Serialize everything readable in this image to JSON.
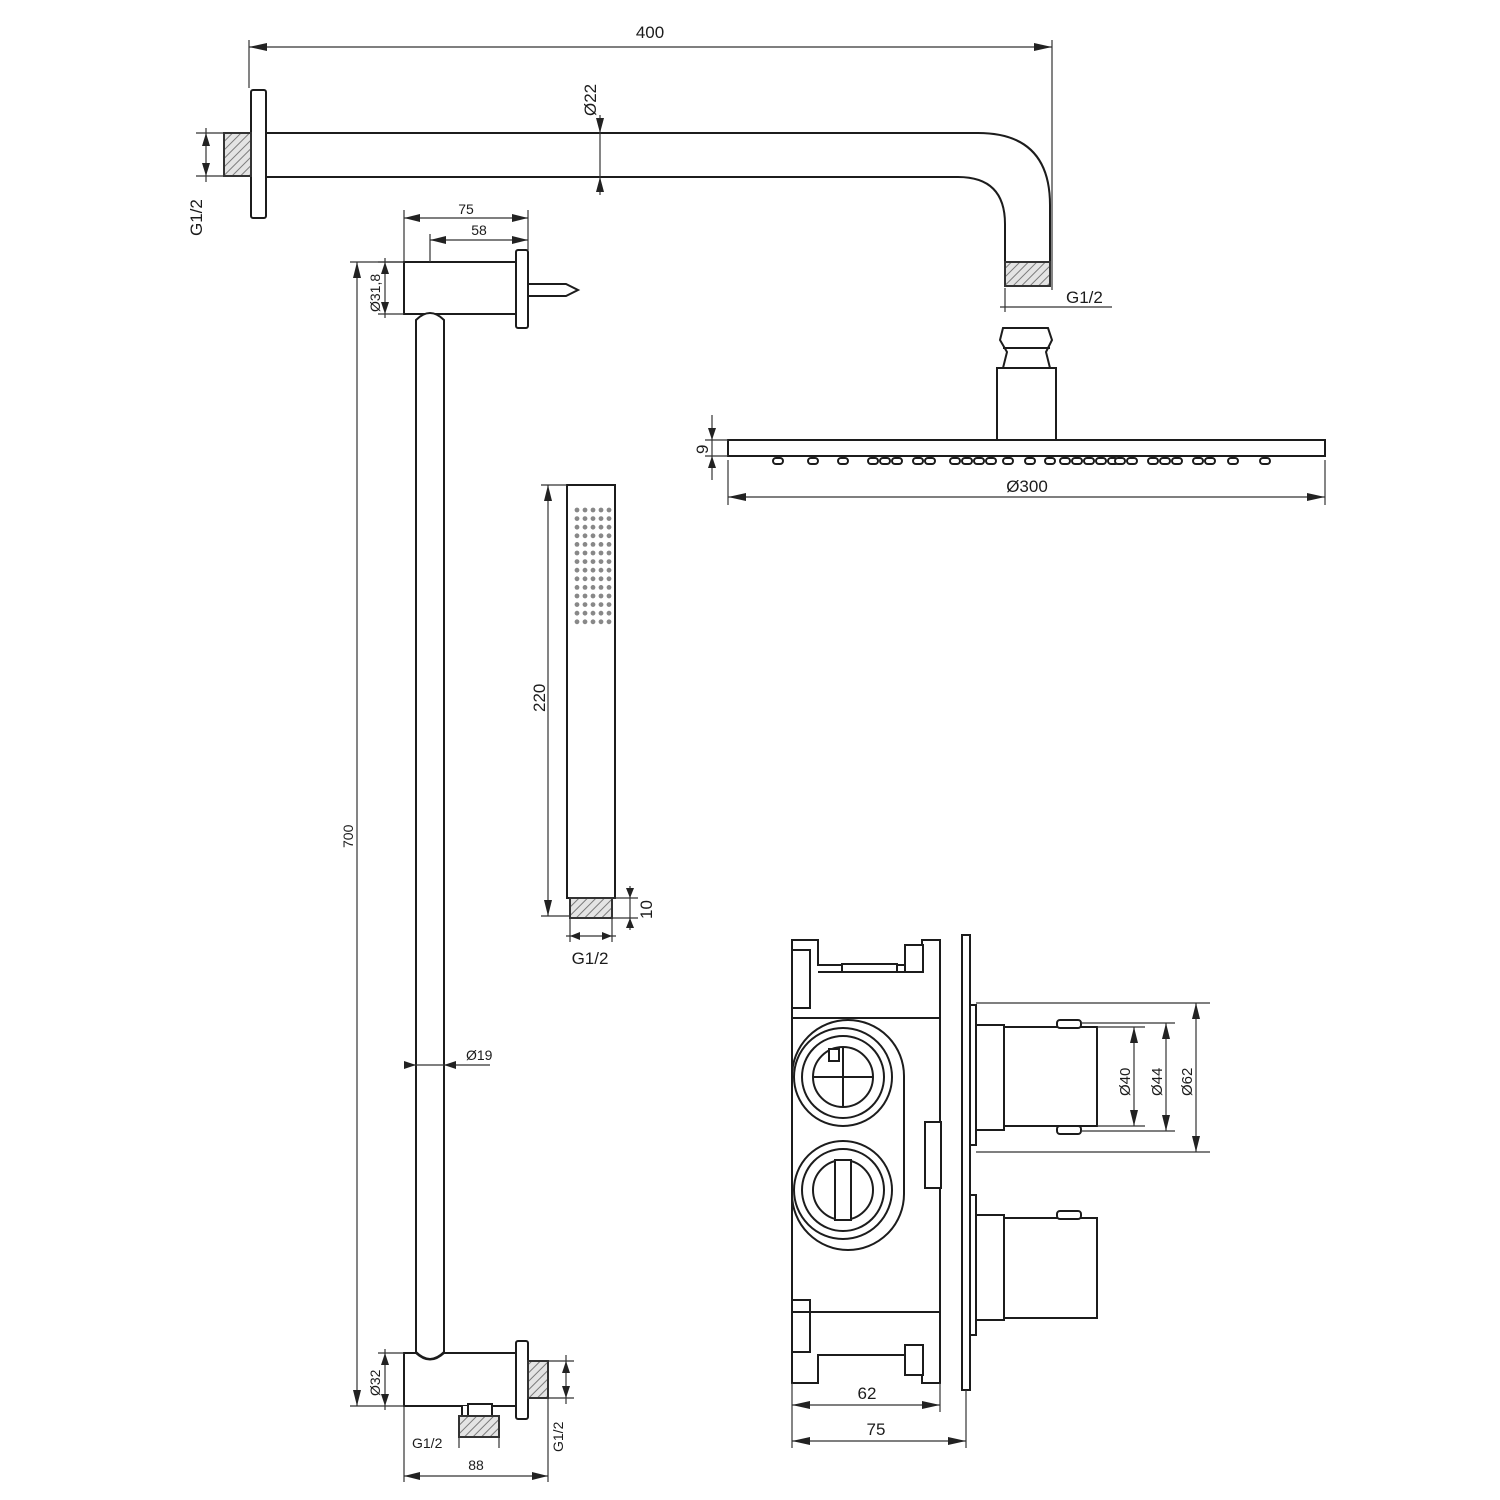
{
  "overhead_arm": {
    "length": "400",
    "diameter": "Ø22",
    "wall_thread": "G1/2",
    "head_thread": "G1/2"
  },
  "shower_head": {
    "thickness": "9",
    "diameter": "Ø300"
  },
  "slide_bar": {
    "bracket_total": "75",
    "bracket_inner": "58",
    "top_bracket_diameter": "Ø31,8",
    "length": "700",
    "bar_diameter": "Ø19",
    "bottom_bracket_diameter": "Ø32",
    "bottom_outlet_thread": "G1/2",
    "wall_thread": "G1/2",
    "bottom_width": "88"
  },
  "hand_shower": {
    "length": "220",
    "connector_height": "10",
    "thread": "G1/2"
  },
  "mixer": {
    "depth_inner": "62",
    "depth_total": "75",
    "handle_d1": "Ø40",
    "handle_d2": "Ø44",
    "handle_d3": "Ø62"
  }
}
